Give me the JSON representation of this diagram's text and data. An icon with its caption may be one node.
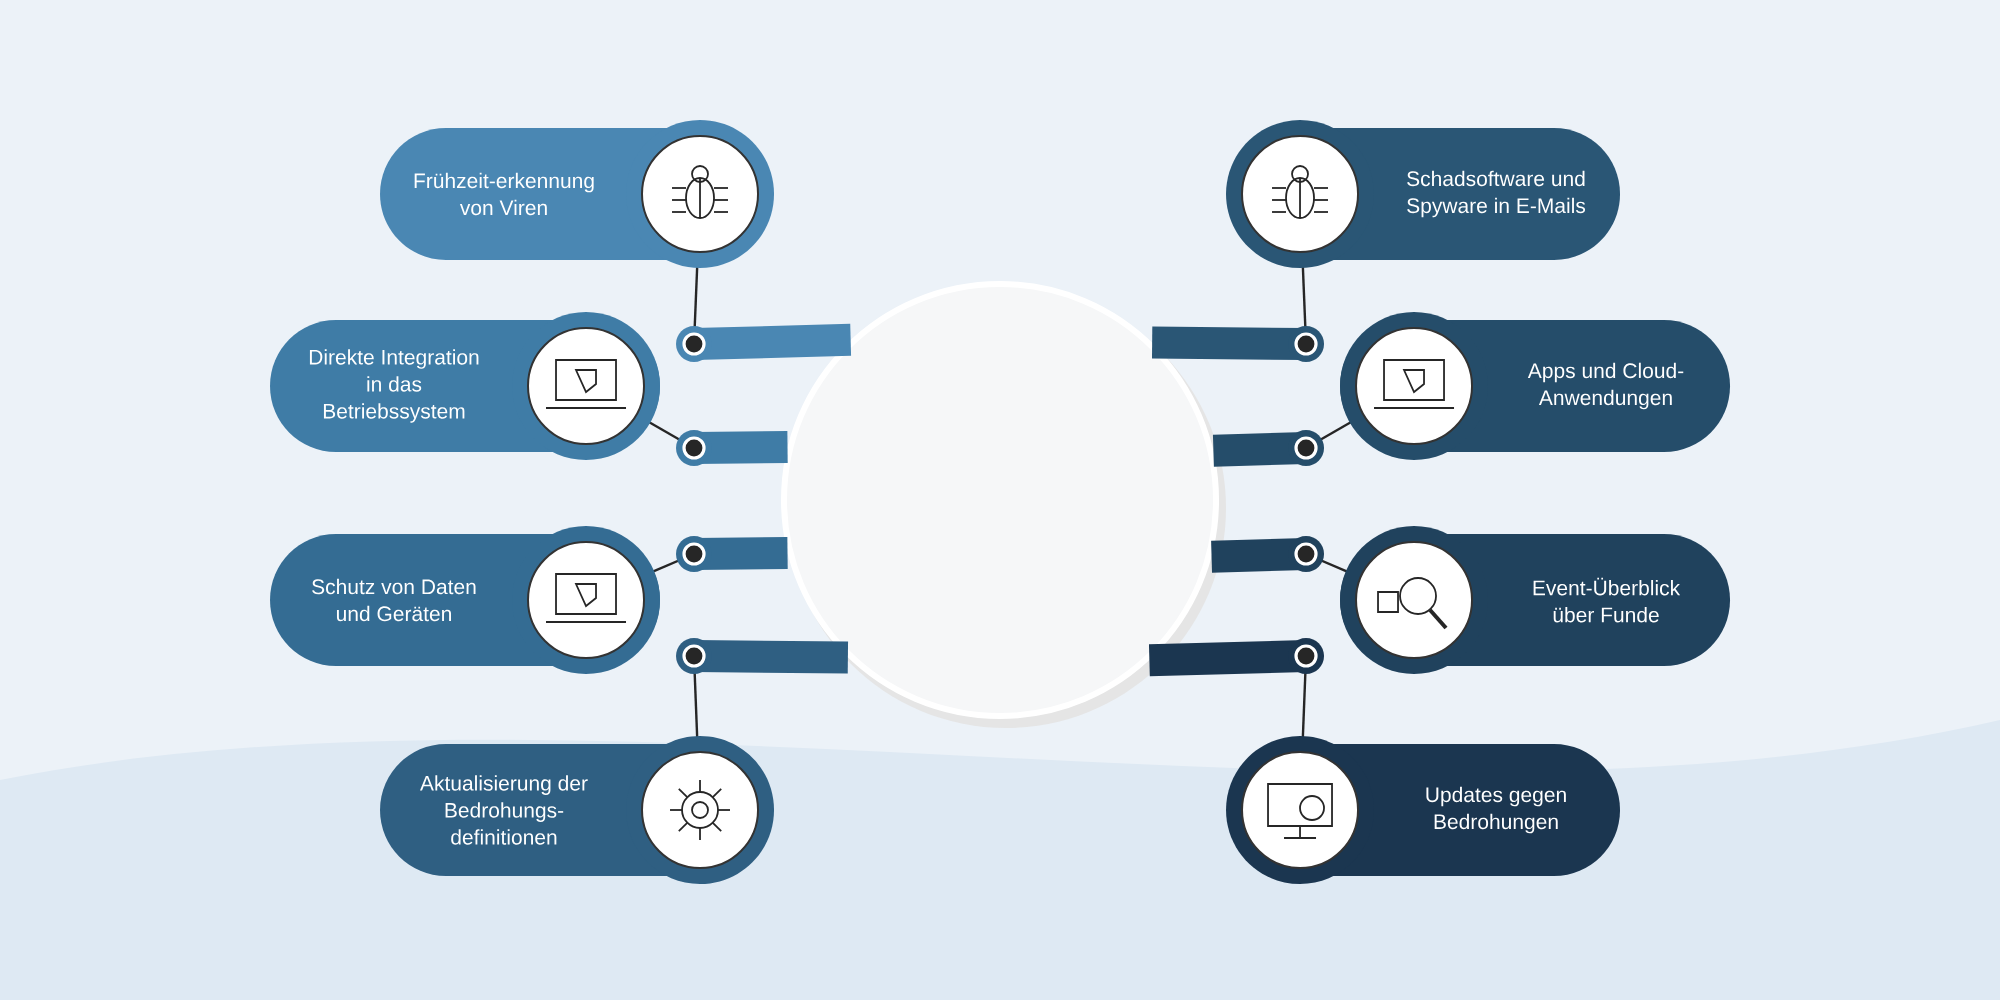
{
  "diagram": {
    "nodes": [
      {
        "text": [],
        "shape": "circle"
      },
      {
        "text": [
          "Frühzeit-erkennung von Viren"
        ]
      },
      {
        "text": [
          "Direkte Integration in das Betriebssystem"
        ]
      },
      {
        "text": [
          "Schutz von Daten und Geräten"
        ]
      },
      {
        "text": [
          "Aktualisierung der Bedrohungs-definitionen"
        ]
      },
      {
        "text": [
          "Schadsoftware und Spyware in E-Mails"
        ]
      },
      {
        "text": [
          "Apps und  Cloud-Anwendungen"
        ]
      },
      {
        "text": [
          "Event-Überblick über Funde"
        ]
      },
      {
        "text": [
          "Updates gegen Bedrohungen"
        ]
      }
    ],
    "edges": [
      {
        "from": 1,
        "to": 0,
        "arrow": "none",
        "color": "#4a87b3"
      },
      {
        "from": 2,
        "to": 0,
        "arrow": "none",
        "color": "#3f7ca6"
      },
      {
        "from": 3,
        "to": 0,
        "arrow": "none",
        "color": "#346c93"
      },
      {
        "from": 4,
        "to": 0,
        "arrow": "none",
        "color": "#2f5f82"
      },
      {
        "from": 5,
        "to": 0,
        "arrow": "none",
        "color": "#2a5675"
      },
      {
        "from": 6,
        "to": 0,
        "arrow": "none",
        "color": "#254d6a"
      },
      {
        "from": 7,
        "to": 0,
        "arrow": "none",
        "color": "#20425d"
      },
      {
        "from": 8,
        "to": 0,
        "arrow": "none",
        "color": "#1b3650"
      }
    ]
  }
}
